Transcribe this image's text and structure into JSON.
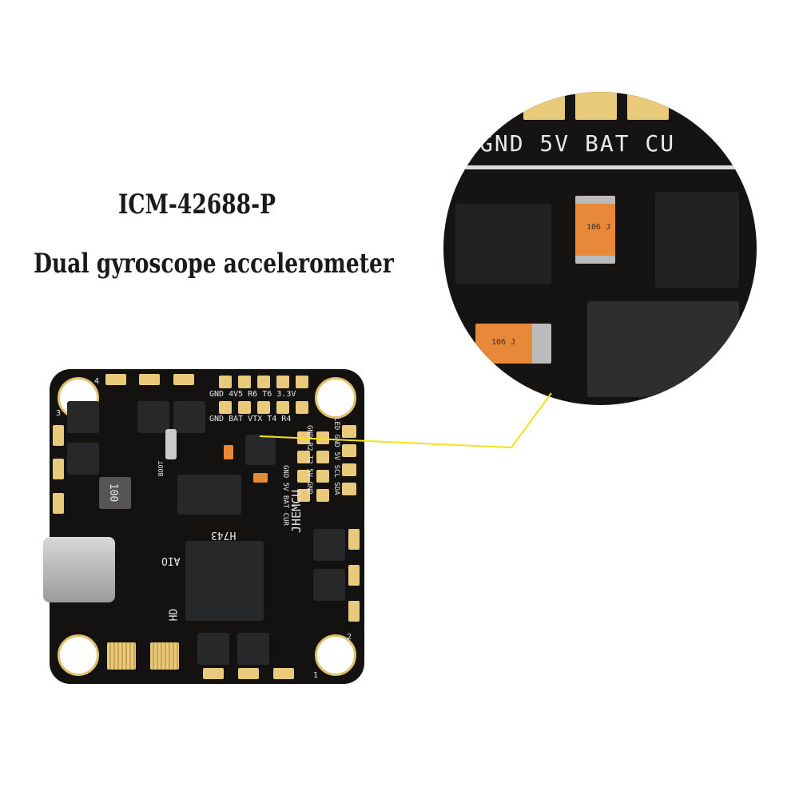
{
  "heading": {
    "chip_name": "ICM-42688-P",
    "description": "Dual gyroscope accelerometer"
  },
  "board": {
    "silk_top_row1": "GND 4V5 R6 T6 3.3V",
    "silk_top_row2": "GND BAT VTX T4 R4",
    "silk_right_col1": "LED GND 5V SCL SDA",
    "silk_right_col2": "GND R2 T2 5V GND",
    "silk_right_col3": "GND 5V BAT CUR",
    "brand": "JHEMCU",
    "model": "H743",
    "type": "AIO",
    "hd": "HD",
    "inductor": "100",
    "boot": "BOOT",
    "corner_labels": [
      "1",
      "2",
      "3",
      "4"
    ]
  },
  "magnifier": {
    "silk": "GND 5V BAT CU",
    "cap1": "106 J",
    "cap2": "106 J"
  },
  "colors": {
    "pcb": "#141210",
    "gold": "#e9c97a",
    "callout": "#f2e21a"
  }
}
